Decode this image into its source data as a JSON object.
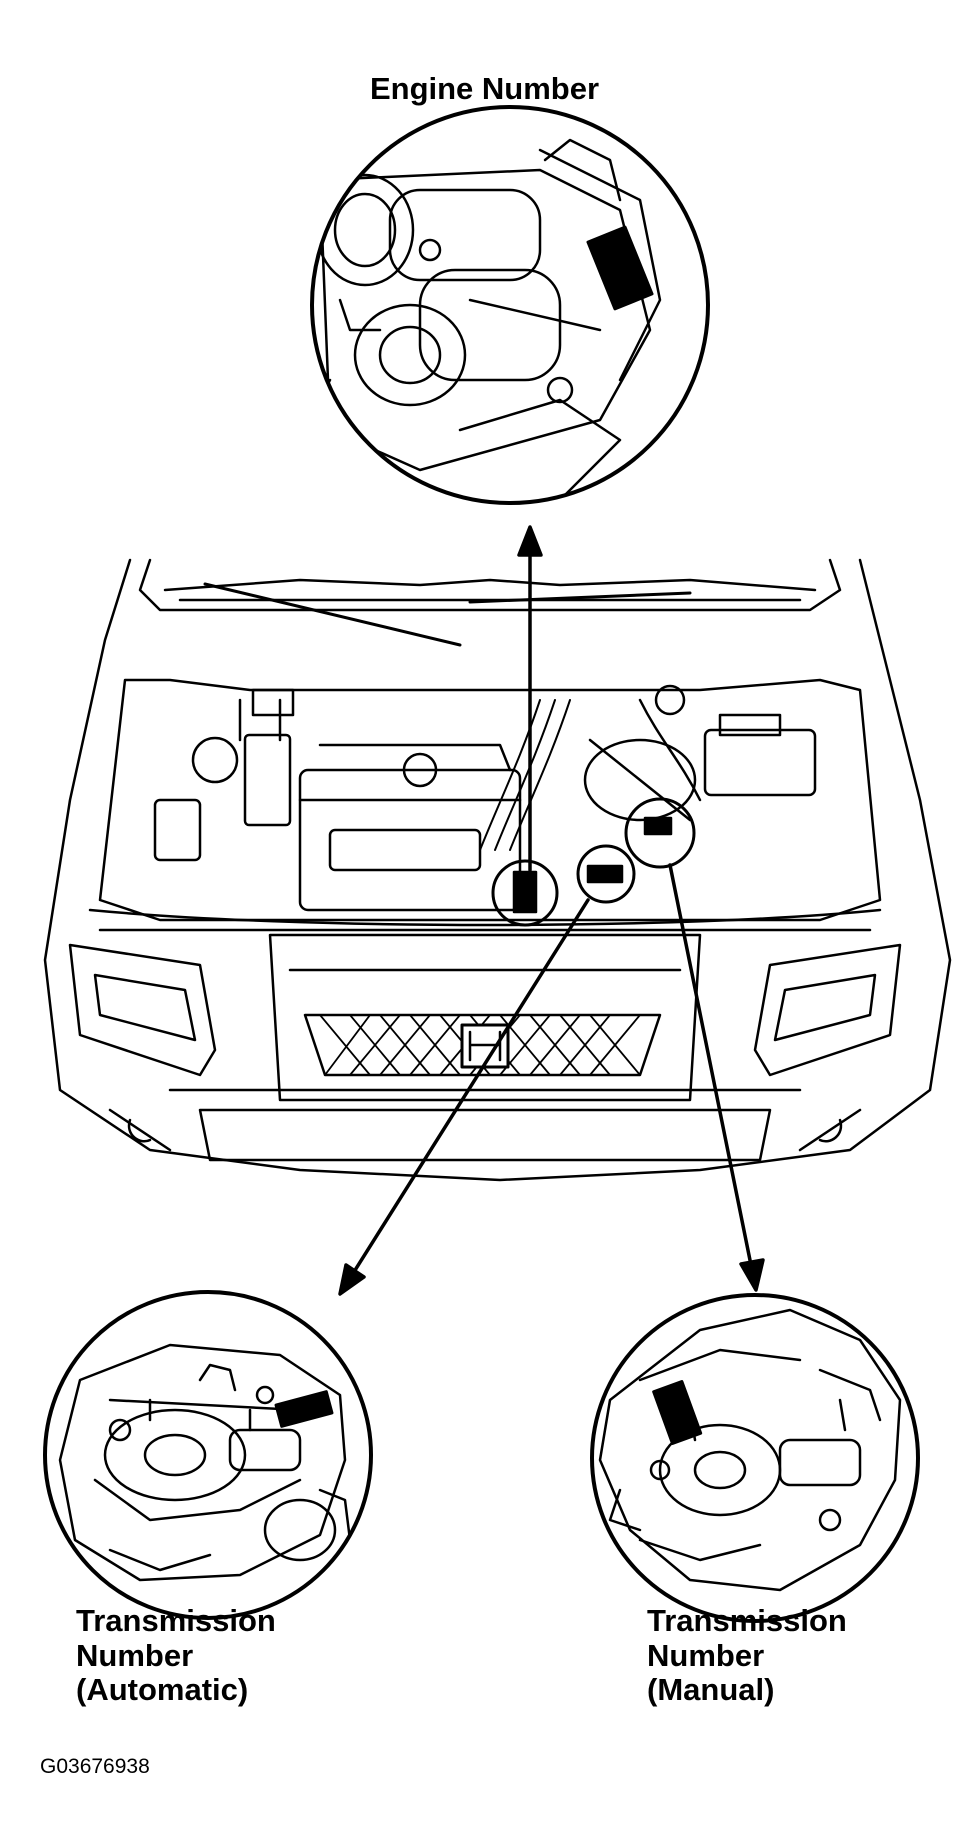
{
  "labels": {
    "engine_number": "Engine Number",
    "transmission_automatic": [
      "Transmission",
      "Number",
      "(Automatic)"
    ],
    "transmission_manual": [
      "Transmission",
      "Number",
      "(Manual)"
    ]
  },
  "figure_id": "G03676938",
  "colors": {
    "ink": "#000000",
    "paper": "#ffffff"
  }
}
